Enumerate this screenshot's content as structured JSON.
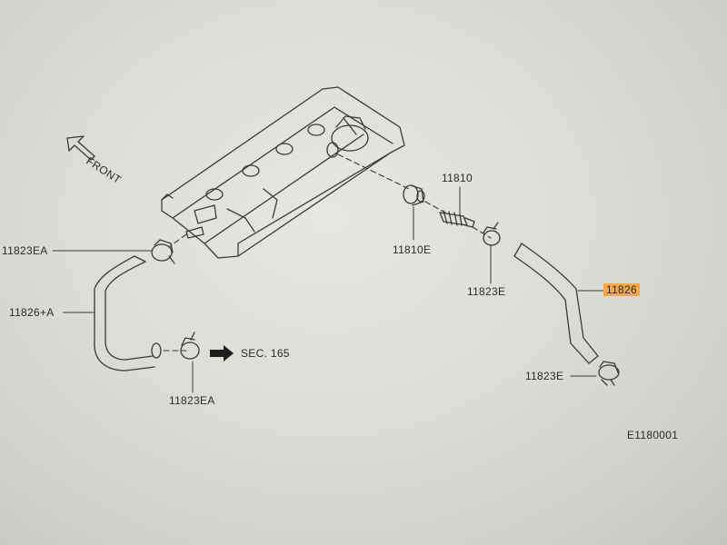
{
  "labels": {
    "front": "FRONT",
    "p11810": "11810",
    "p11810e": "11810E",
    "p11823ea_top": "11823EA",
    "p11826a": "11826+A",
    "p11823ea_bottom": "11823EA",
    "sec": "SEC. 165",
    "p11823e_mid": "11823E",
    "p11826": "11826",
    "p11823e_low": "11823E",
    "figure_code": "E1180001"
  },
  "colors": {
    "line": "#3a3a3a",
    "highlight": "#f2a94a"
  },
  "icons": {
    "front_arrow": "front-arrow-icon",
    "sec_arrow": "right-arrow-icon"
  }
}
